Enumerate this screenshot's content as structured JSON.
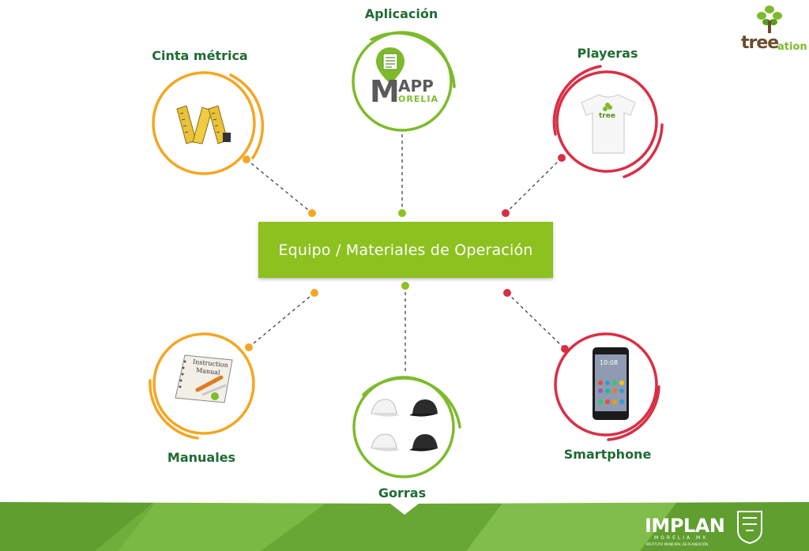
{
  "center": {
    "title": "Equipo / Materiales de Operación"
  },
  "nodes": [
    {
      "id": "cinta",
      "label": "Cinta métrica",
      "color": "#f5a623",
      "icon": "measuring-tape-icon"
    },
    {
      "id": "aplicacion",
      "label": "Aplicación",
      "color": "#7dbb2b",
      "icon": "mapp-morelia-logo",
      "logo_main": "APP",
      "logo_m": "M",
      "logo_sub": "ORELIA"
    },
    {
      "id": "playeras",
      "label": "Playeras",
      "color": "#d92f45",
      "icon": "t-shirt-icon",
      "shirt_text": "tree"
    },
    {
      "id": "manuales",
      "label": "Manuales",
      "color": "#f5a623",
      "icon": "instruction-manual-icon",
      "manual_text_1": "Instruction",
      "manual_text_2": "Manual"
    },
    {
      "id": "gorras",
      "label": "Gorras",
      "color": "#7dbb2b",
      "icon": "caps-icon"
    },
    {
      "id": "smartphone",
      "label": "Smartphone",
      "color": "#d92f45",
      "icon": "smartphone-icon",
      "phone_time": "10:08"
    }
  ],
  "brand": {
    "name_part1": "tree",
    "name_part2": "ation"
  },
  "footer": {
    "org": "IMPLAN",
    "org_sub": "MORELIA MX",
    "org_desc": "INSTITUTO MUNICIPAL DE PLANEACIÓN"
  },
  "colors": {
    "green": "#8cc11f",
    "orange": "#f5a623",
    "red": "#d92f45",
    "dark_green": "#1f6b33"
  }
}
